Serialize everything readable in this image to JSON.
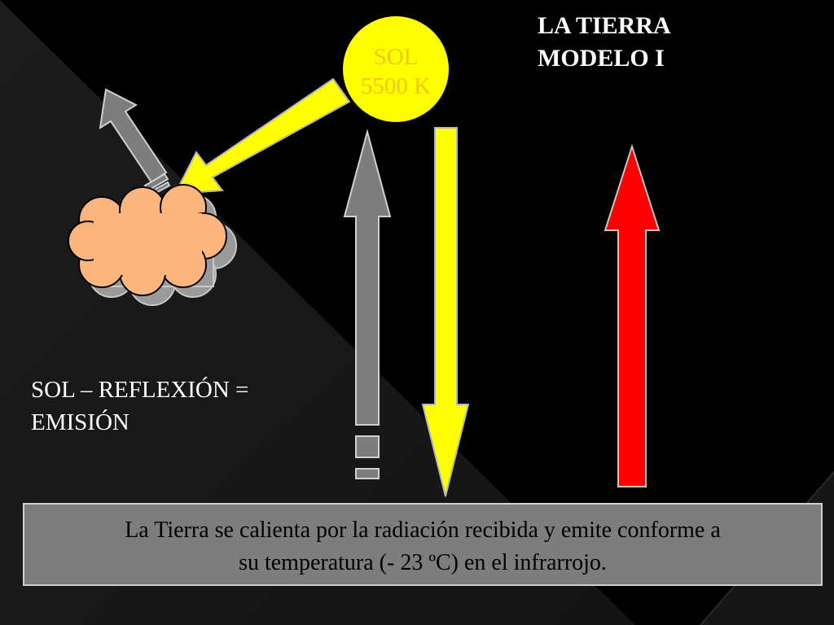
{
  "title": {
    "line1": "LA TIERRA",
    "line2": "MODELO I"
  },
  "sun": {
    "name": "SOL",
    "temperature": "5500 K"
  },
  "equation": {
    "line1": "SOL – REFLEXIÓN =",
    "line2": "EMISIÓN"
  },
  "caption": {
    "line1": "La Tierra se calienta por la radiación recibida y emite conforme a",
    "line2": "su temperatura (- 23 ºC)  en el infrarrojo."
  },
  "colors": {
    "background": "#000000",
    "sun": "#ffff00",
    "incoming_arrow": "#ffff00",
    "reflected_arrow": "#7d7d7d",
    "emitted_arrow": "#ff0000",
    "cloud": "#fbb57d",
    "caption_box": "#7d7d7d"
  }
}
